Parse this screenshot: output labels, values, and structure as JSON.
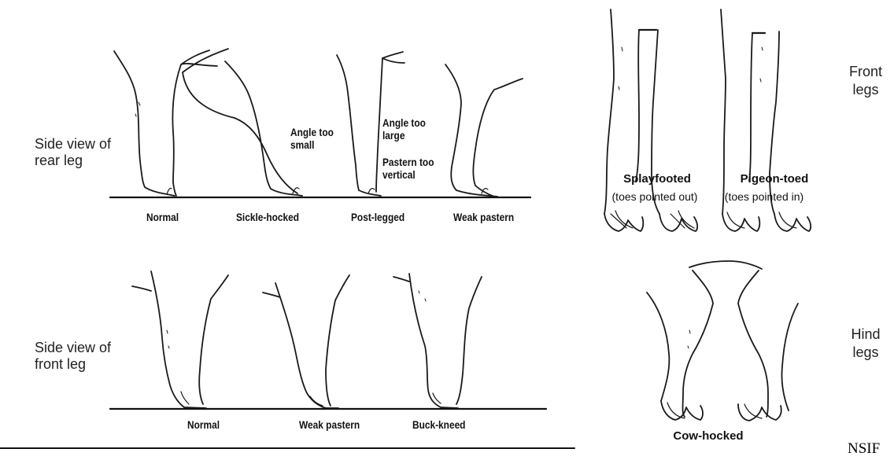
{
  "rear_section": {
    "side_label": "Side view of rear leg",
    "ground_color": "#111111",
    "legs": [
      {
        "name": "Normal"
      },
      {
        "name": "Sickle-hocked",
        "annotation": "Angle too small"
      },
      {
        "name": "Post-legged",
        "annotation": "Angle too large",
        "annotation2": "Pastern too vertical"
      },
      {
        "name": "Weak pastern"
      }
    ]
  },
  "front_section": {
    "side_label": "Side view of front leg",
    "legs": [
      {
        "name": "Normal"
      },
      {
        "name": "Weak pastern"
      },
      {
        "name": "Buck-kneed"
      }
    ]
  },
  "front_view": {
    "label": "Front legs",
    "items": [
      {
        "name": "Splayfooted",
        "note": "(toes pointed out)"
      },
      {
        "name": "Pigeon-toed",
        "note": "(toes pointed in)"
      }
    ]
  },
  "hind_view": {
    "label": "Hind legs",
    "items": [
      {
        "name": "Cow-hocked"
      }
    ]
  },
  "footer": {
    "source": "NSIF"
  }
}
